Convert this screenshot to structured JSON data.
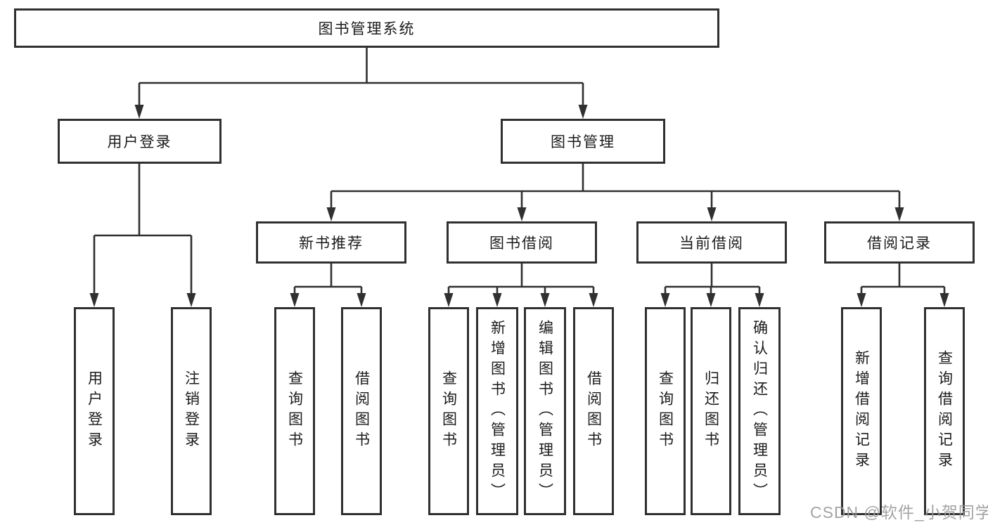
{
  "colors": {
    "line": "#303030",
    "box_border": "#303030",
    "text": "#1b1b1b",
    "watermark": "#9c9c9c",
    "background": "#ffffff"
  },
  "tree": {
    "root": "图书管理系统",
    "branches": [
      {
        "label": "用户登录",
        "children": [
          "用户登录",
          "注销登录"
        ]
      },
      {
        "label": "图书管理",
        "groups": [
          {
            "label": "新书推荐",
            "children": [
              "查询图书",
              "借阅图书"
            ]
          },
          {
            "label": "图书借阅",
            "children": [
              "查询图书",
              "新增图书（管理员）",
              "编辑图书（管理员）",
              "借阅图书"
            ]
          },
          {
            "label": "当前借阅",
            "children": [
              "查询图书",
              "归还图书",
              "确认归还（管理员）"
            ]
          },
          {
            "label": "借阅记录",
            "children": [
              "新增借阅记录",
              "查询借阅记录"
            ]
          }
        ]
      }
    ]
  },
  "watermark": {
    "text": "CSDN @软件_小贺同学"
  }
}
